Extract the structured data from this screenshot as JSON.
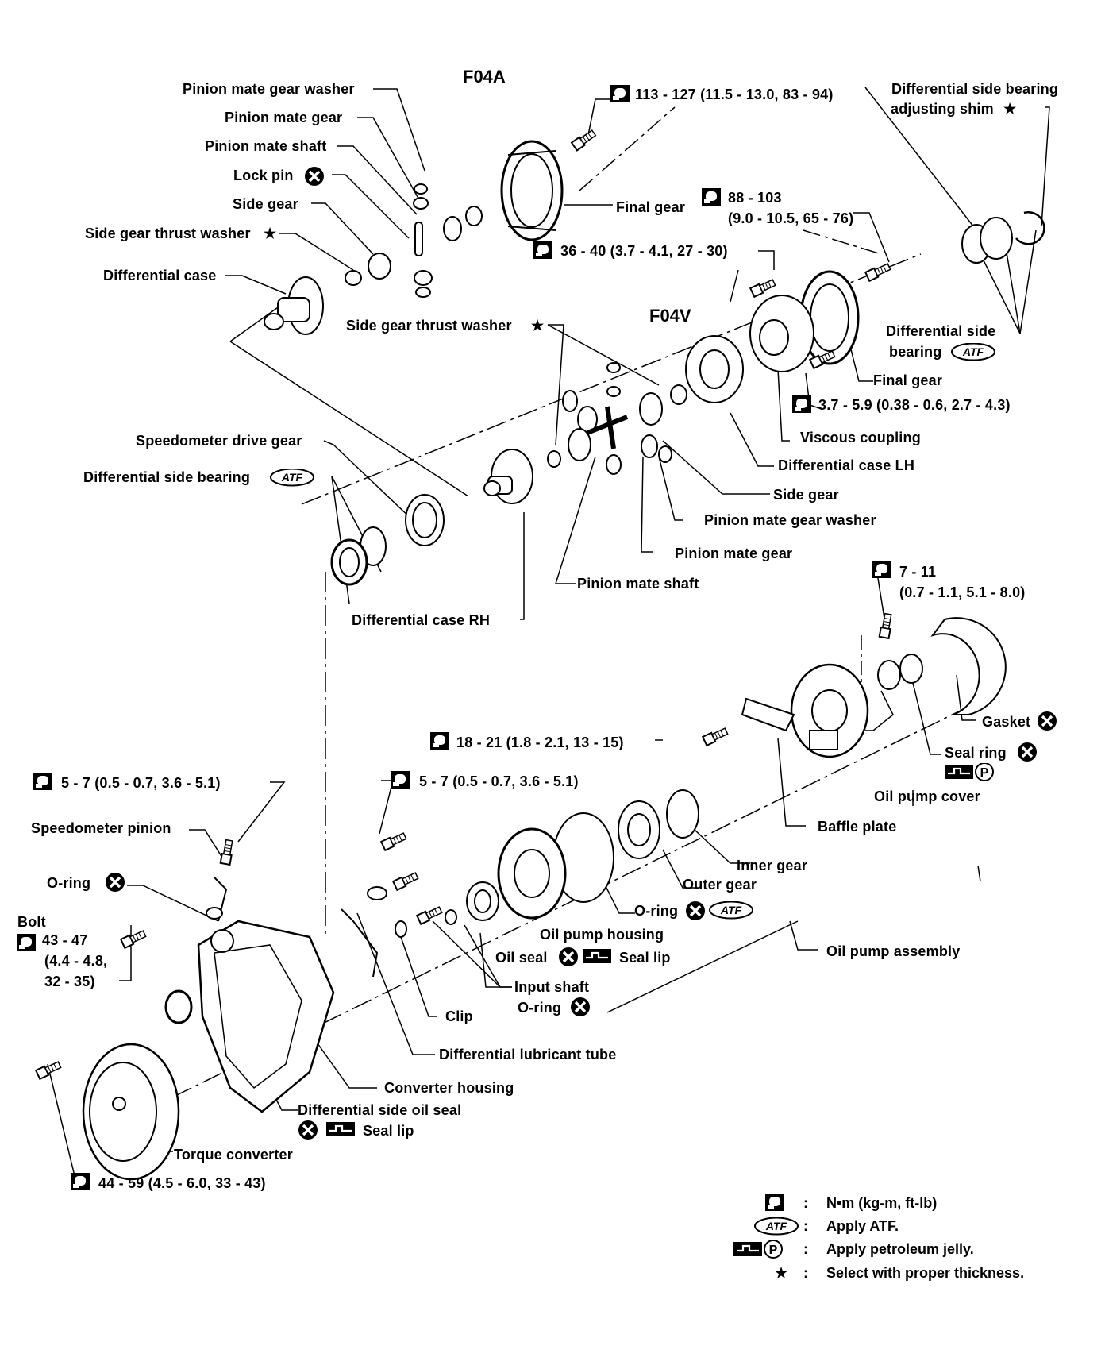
{
  "titles": {
    "f04a": "F04A",
    "f04v": "F04V"
  },
  "labels": {
    "pinion_mate_gear_washer_a": "Pinion mate gear washer",
    "pinion_mate_gear_a": "Pinion mate gear",
    "pinion_mate_shaft_a": "Pinion mate shaft",
    "lock_pin": "Lock pin",
    "side_gear_a": "Side gear",
    "side_gear_thrust_washer_a": "Side gear thrust washer",
    "differential_case_a": "Differential case",
    "torque_113": "113 - 127 (11.5 - 13.0, 83 - 94)",
    "diff_side_bearing_adj_shim_1": "Differential side bearing",
    "diff_side_bearing_adj_shim_2": "adjusting shim",
    "final_gear_a": "Final gear",
    "torque_88_1": "88 - 103",
    "torque_88_2": "(9.0 - 10.5, 65 - 76)",
    "torque_36": "36 - 40 (3.7 - 4.1, 27 - 30)",
    "side_gear_thrust_washer_v": "Side gear thrust washer",
    "diff_side_bearing_v_1": "Differential side",
    "diff_side_bearing_v_2": "bearing",
    "final_gear_v": "Final gear",
    "torque_3_7": "3.7 - 5.9 (0.38 - 0.6, 2.7 - 4.3)",
    "viscous_coupling": "Viscous coupling",
    "differential_case_lh": "Differential case LH",
    "side_gear_v": "Side gear",
    "pinion_mate_gear_washer_v": "Pinion mate gear washer",
    "pinion_mate_gear_v": "Pinion mate gear",
    "pinion_mate_shaft_v": "Pinion mate shaft",
    "speedometer_drive_gear": "Speedometer drive gear",
    "differential_side_bearing": "Differential side bearing",
    "differential_case_rh": "Differential case RH",
    "torque_7_1": "7 - 11",
    "torque_7_2": "(0.7 - 1.1, 5.1 - 8.0)",
    "gasket": "Gasket",
    "torque_18": "18 - 21 (1.8 - 2.1, 13 - 15)",
    "seal_ring": "Seal ring",
    "oil_pump_cover": "Oil pump cover",
    "baffle_plate": "Baffle plate",
    "torque_5_a": "5 - 7 (0.5 - 0.7, 3.6 - 5.1)",
    "torque_5_b": "5 - 7 (0.5 - 0.7, 3.6 - 5.1)",
    "speedometer_pinion": "Speedometer pinion",
    "o_ring_left": "O-ring",
    "inner_gear": "Inner gear",
    "outer_gear": "Outer gear",
    "o_ring_mid": "O-ring",
    "oil_pump_housing": "Oil pump housing",
    "oil_pump_assembly": "Oil pump assembly",
    "oil_seal": "Oil seal",
    "seal_lip_1": "Seal lip",
    "bolt": "Bolt",
    "torque_43_1": "43 - 47",
    "torque_43_2": "(4.4 - 4.8,",
    "torque_43_3": "32 - 35)",
    "input_shaft": "Input shaft",
    "o_ring_input": "O-ring",
    "clip": "Clip",
    "differential_lubricant_tube": "Differential lubricant tube",
    "converter_housing": "Converter housing",
    "differential_side_oil_seal": "Differential side oil seal",
    "seal_lip_2": "Seal lip",
    "torque_converter": "Torque converter",
    "torque_44": "44 - 59 (4.5 - 6.0, 33 - 43)"
  },
  "icons": {
    "atf": "ATF",
    "petroleum_p": "P",
    "star": "★"
  },
  "legend": {
    "torque_sep": ":",
    "torque_desc": "N•m (kg-m, ft-lb)",
    "atf_sep": ":",
    "atf_desc": "Apply ATF.",
    "jelly_sep": ":",
    "jelly_desc": "Apply petroleum jelly.",
    "star_sep": ":",
    "star_desc": "Select with proper thickness."
  }
}
